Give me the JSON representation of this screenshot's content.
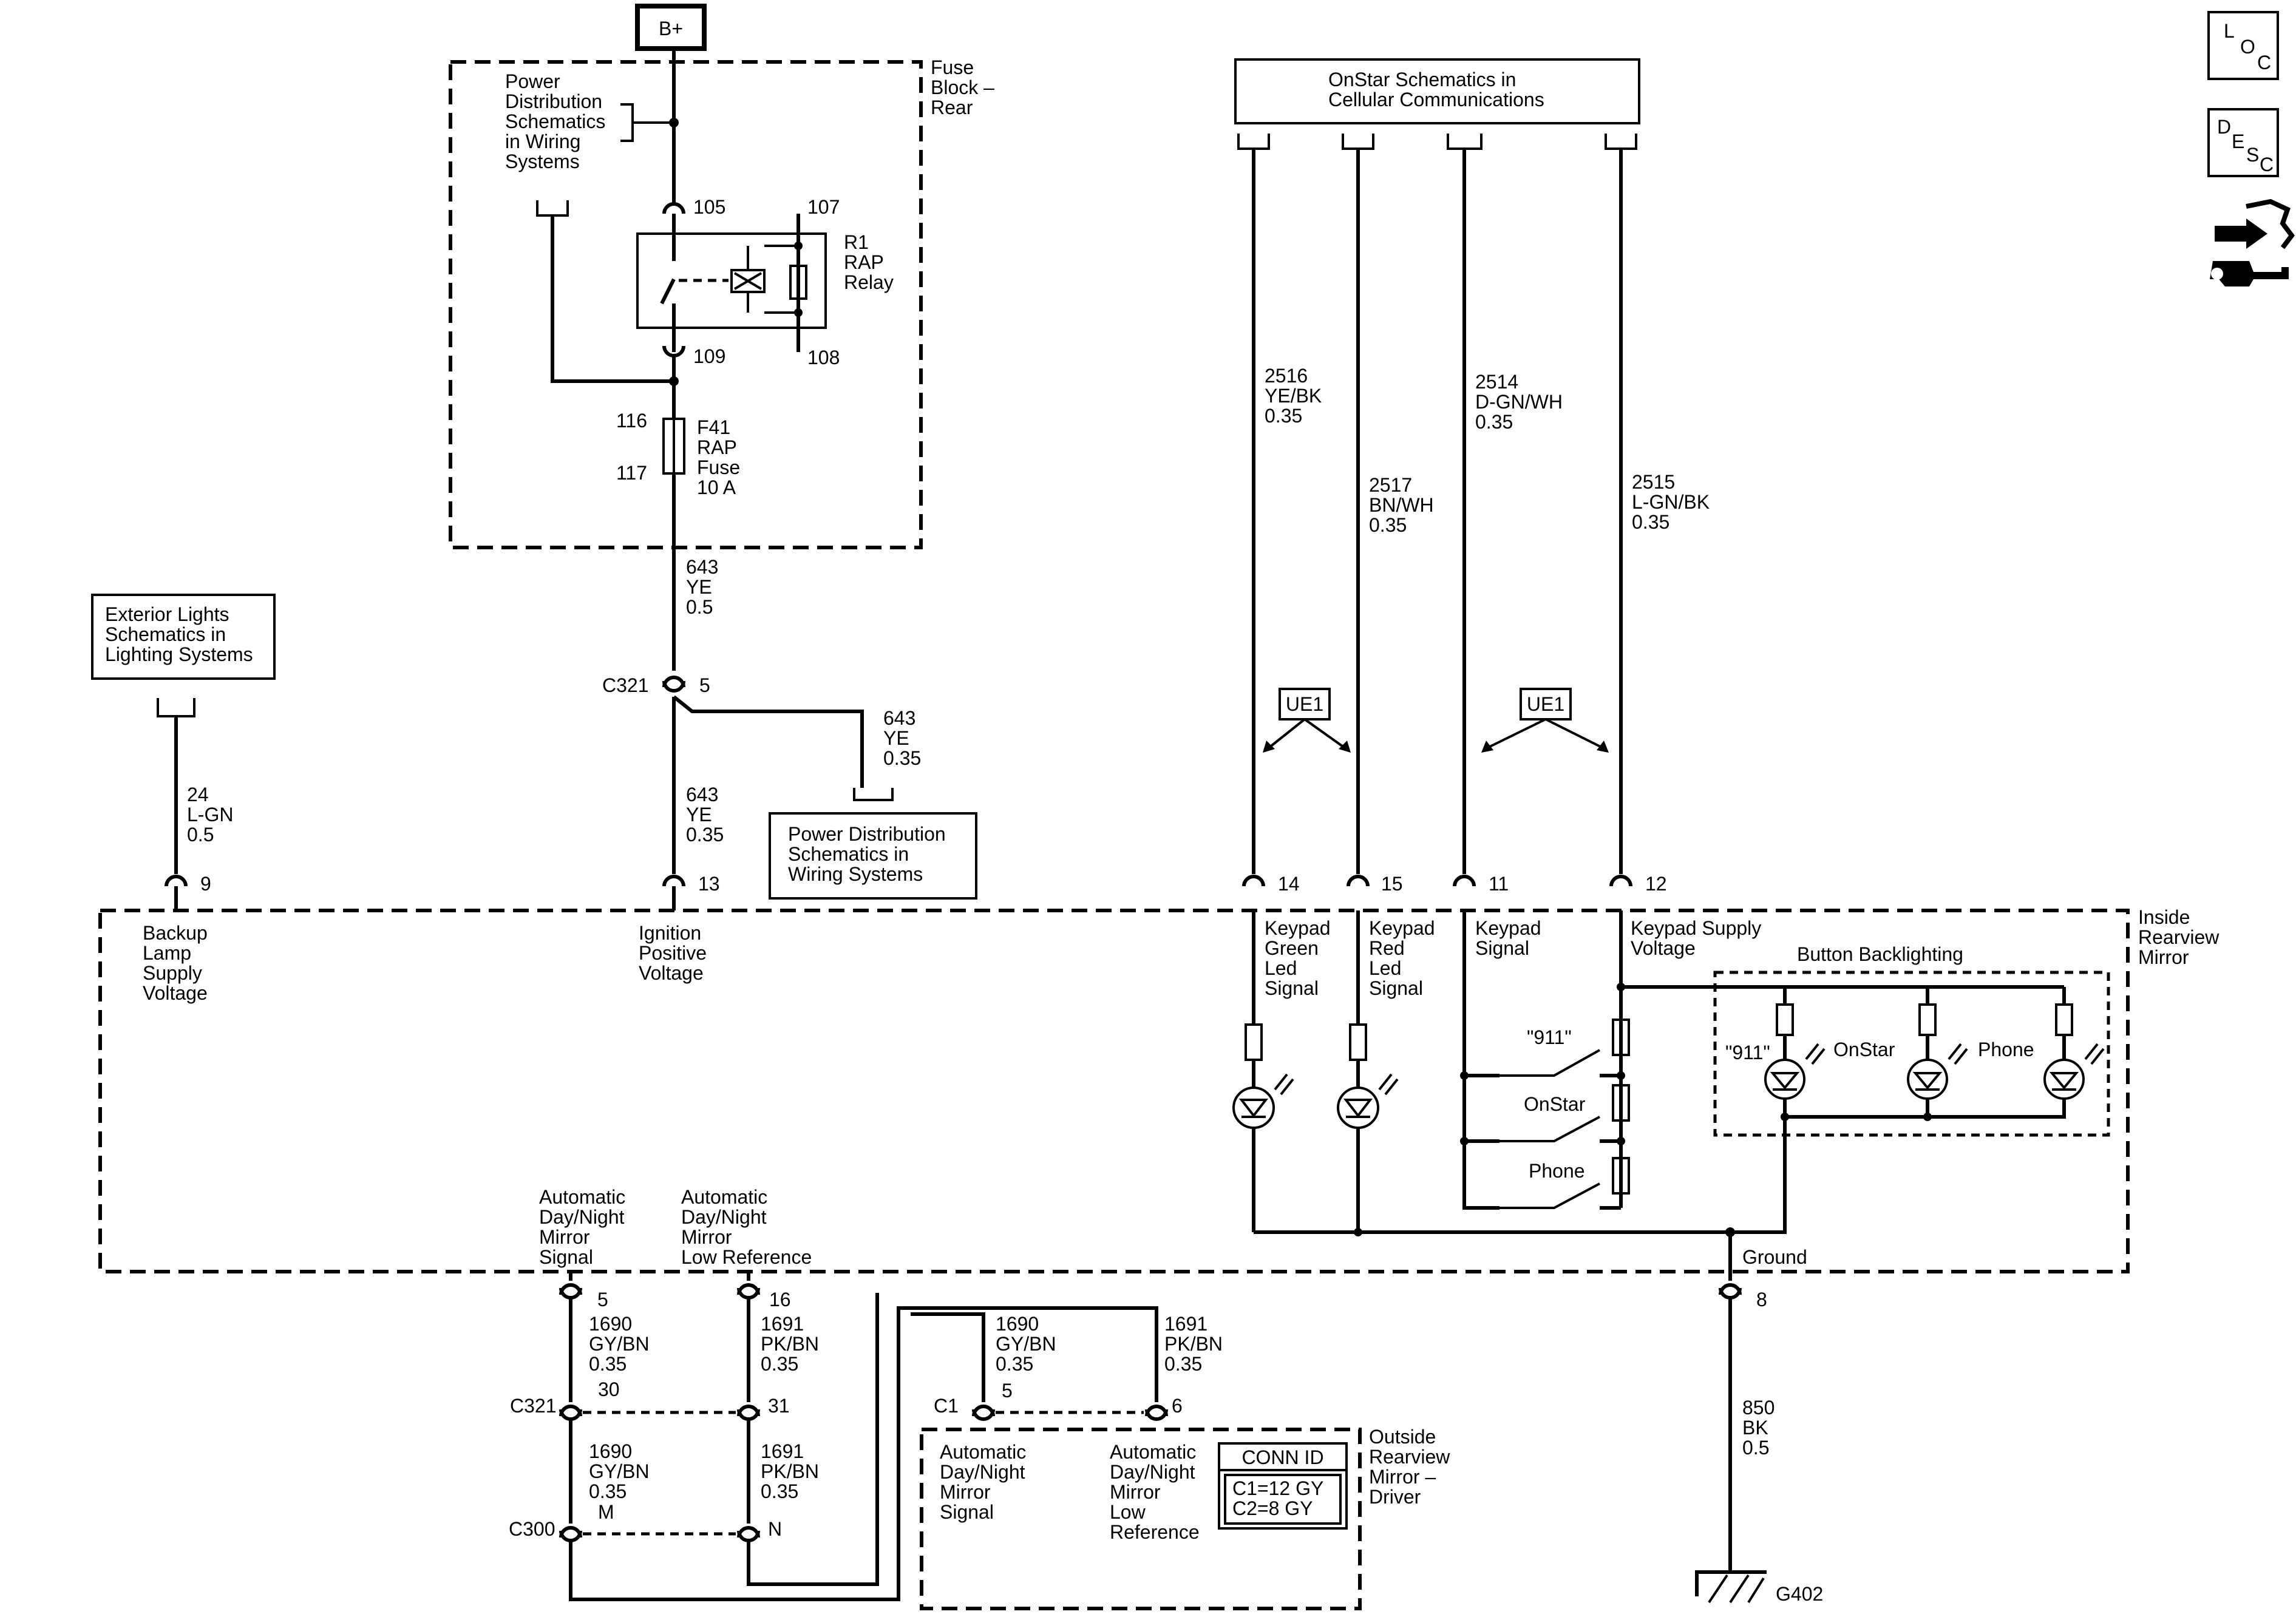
{
  "power_source": "B+",
  "fuse_block": {
    "lines": [
      "Fuse",
      "Block –",
      "Rear"
    ]
  },
  "ref_boxes": {
    "power_dist_top": {
      "lines": [
        "Power",
        "Distribution",
        "Schematics",
        "in Wiring",
        "Systems"
      ]
    },
    "power_dist_bottom": {
      "lines": [
        "Power Distribution",
        "Schematics in",
        "Wiring Systems"
      ]
    },
    "exterior_lights": {
      "lines": [
        "Exterior Lights",
        "Schematics in",
        "Lighting Systems"
      ]
    },
    "onstar": {
      "lines": [
        "OnStar Schematics in",
        "Cellular Communications"
      ]
    }
  },
  "relay": {
    "name_lines": [
      "R1",
      "RAP",
      "Relay"
    ],
    "pins": {
      "in": "105",
      "out": "109",
      "coil_top": "107",
      "coil_bottom": "108"
    }
  },
  "fuse": {
    "name_lines": [
      "F41",
      "RAP",
      "Fuse",
      "10 A"
    ],
    "pins": {
      "top": "116",
      "bottom": "117"
    }
  },
  "wires": {
    "w643_top": {
      "lines": [
        "643",
        "YE",
        "0.5"
      ]
    },
    "w643_branch": {
      "lines": [
        "643",
        "YE",
        "0.35"
      ]
    },
    "w643_low": {
      "lines": [
        "643",
        "YE",
        "0.35"
      ]
    },
    "w24": {
      "lines": [
        "24",
        "L-GN",
        "0.5"
      ]
    },
    "w2516": {
      "lines": [
        "2516",
        "YE/BK",
        "0.35"
      ]
    },
    "w2517": {
      "lines": [
        "2517",
        "BN/WH",
        "0.35"
      ]
    },
    "w2514": {
      "lines": [
        "2514",
        "D-GN/WH",
        "0.35"
      ]
    },
    "w2515": {
      "lines": [
        "2515",
        "L-GN/BK",
        "0.35"
      ]
    },
    "w1690_a": {
      "lines": [
        "1690",
        "GY/BN",
        "0.35"
      ]
    },
    "w1690_b": {
      "lines": [
        "1690",
        "GY/BN",
        "0.35"
      ]
    },
    "w1690_c": {
      "lines": [
        "1690",
        "GY/BN",
        "0.35"
      ]
    },
    "w1691_a": {
      "lines": [
        "1691",
        "PK/BN",
        "0.35"
      ]
    },
    "w1691_b": {
      "lines": [
        "1691",
        "PK/BN",
        "0.35"
      ]
    },
    "w1691_c": {
      "lines": [
        "1691",
        "PK/BN",
        "0.35"
      ]
    },
    "w850": {
      "lines": [
        "850",
        "BK",
        "0.5"
      ]
    }
  },
  "connectors": {
    "c321": "C321",
    "c321_pin": "5",
    "c321_low": "C321",
    "c321_low_pin_a": "30",
    "c321_low_pin_b": "31",
    "c300": "C300",
    "c300_pin_a": "M",
    "c300_pin_b": "N",
    "c1": "C1",
    "c1_pin_a": "5",
    "c1_pin_b": "6"
  },
  "option_badge": "UE1",
  "mirror": {
    "title_lines": [
      "Inside",
      "Rearview",
      "Mirror"
    ],
    "pins": [
      {
        "num": "9",
        "lines": [
          "Backup",
          "Lamp",
          "Supply",
          "Voltage"
        ]
      },
      {
        "num": "13",
        "lines": [
          "Ignition",
          "Positive",
          "Voltage"
        ]
      },
      {
        "num": "14",
        "lines": [
          "Keypad",
          "Green",
          "Led",
          "Signal"
        ]
      },
      {
        "num": "15",
        "lines": [
          "Keypad",
          "Red",
          "Led",
          "Signal"
        ]
      },
      {
        "num": "11",
        "lines": [
          "Keypad",
          "Signal"
        ]
      },
      {
        "num": "12",
        "lines": [
          "Keypad Supply",
          "Voltage"
        ]
      },
      {
        "num": "5",
        "lines": [
          "Automatic",
          "Day/Night",
          "Mirror",
          "Signal"
        ]
      },
      {
        "num": "16",
        "lines": [
          "Automatic",
          "Day/Night",
          "Mirror",
          "Low Reference"
        ]
      },
      {
        "num": "8",
        "lines": [
          "Ground"
        ]
      }
    ],
    "switches": [
      "\"911\"",
      "OnStar",
      "Phone"
    ],
    "backlight": {
      "title": "Button Backlighting",
      "labels": [
        "\"911\"",
        "OnStar",
        "Phone"
      ]
    }
  },
  "outside_mirror": {
    "title_lines": [
      "Outside",
      "Rearview",
      "Mirror –",
      "Driver"
    ],
    "signal_lines": [
      "Automatic",
      "Day/Night",
      "Mirror",
      "Signal"
    ],
    "lowref_lines": [
      "Automatic",
      "Day/Night",
      "Mirror",
      "Low",
      "Reference"
    ],
    "conn_id": {
      "title": "CONN ID",
      "lines": [
        "C1=12 GY",
        "C2=8 GY"
      ]
    }
  },
  "ground": "G402",
  "side_icons": [
    {
      "name": "loc-icon",
      "letters": [
        "L",
        "O",
        "C"
      ]
    },
    {
      "name": "desc-icon",
      "letters": [
        "D",
        "E",
        "S",
        "C"
      ]
    },
    {
      "name": "service-icon"
    }
  ]
}
